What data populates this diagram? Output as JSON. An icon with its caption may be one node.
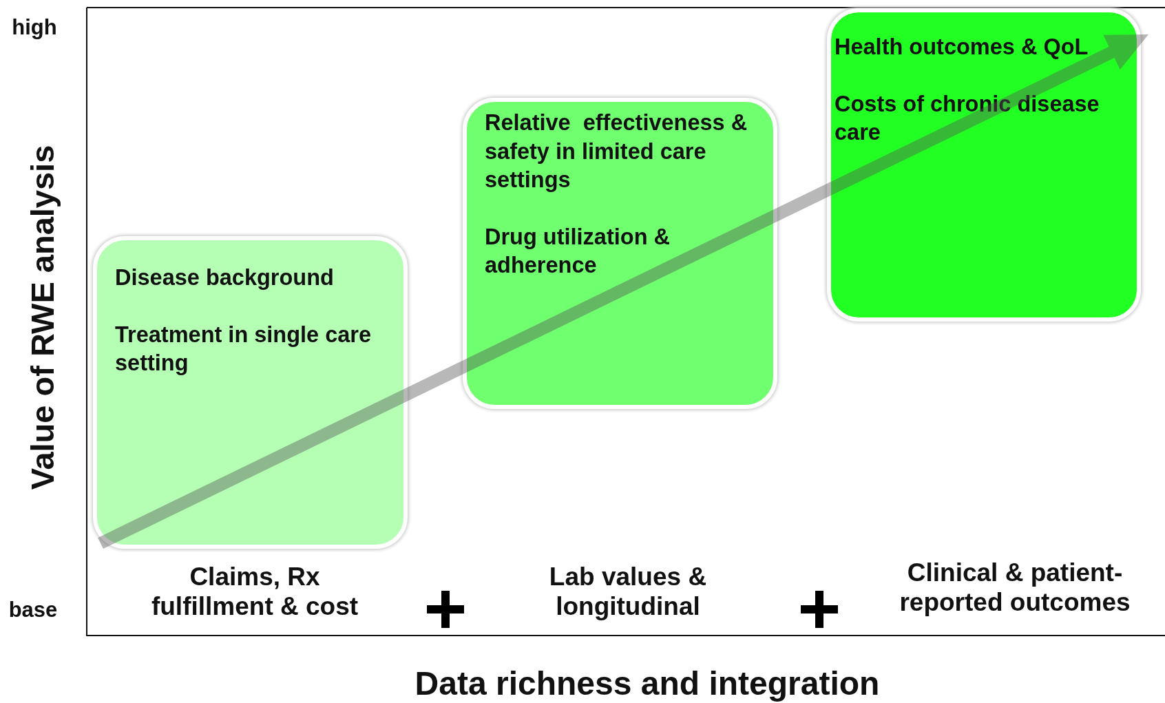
{
  "diagram": {
    "nodes": [
      {
        "text": [
          "Disease background",
          "Treatment in single care setting"
        ]
      },
      {
        "text": [
          "Relative  effectiveness & safety in limited care settings",
          "Drug utilization & adherence"
        ]
      },
      {
        "text": [
          "Health outcomes & QoL",
          "Costs of chronic disease care"
        ]
      }
    ],
    "edges": [
      {
        "from": 0,
        "to": 2,
        "arrow": "to",
        "style": "thick",
        "color": "#555555"
      }
    ],
    "labels": [
      "high",
      "base",
      "Value of RWE analysis",
      "Claims, Rx fulfillment & cost",
      "Lab values & longitudinal",
      "Clinical & patient-reported outcomes",
      "Data richness and integration"
    ]
  }
}
